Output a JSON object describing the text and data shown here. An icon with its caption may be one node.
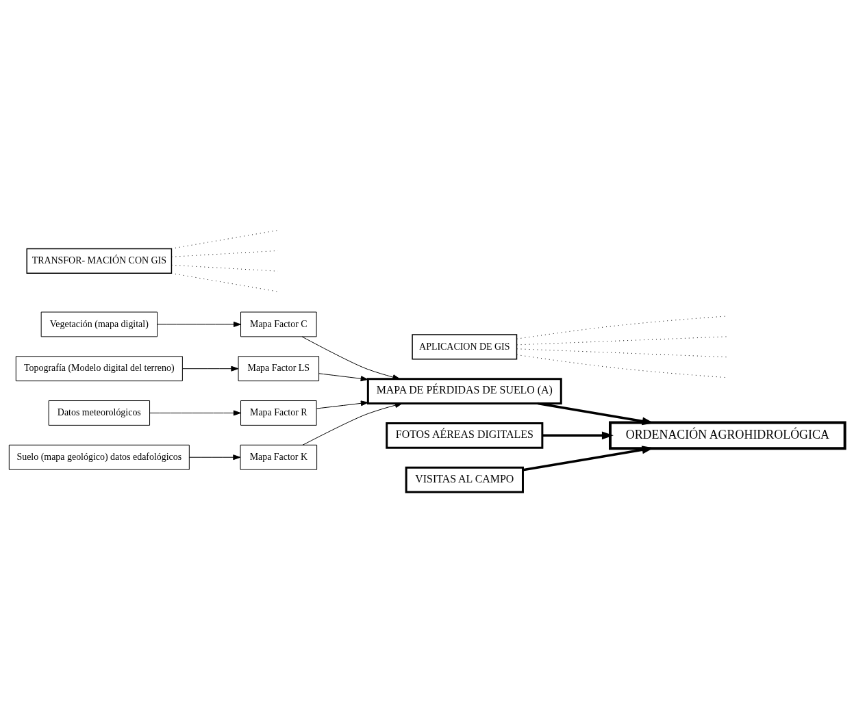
{
  "diagram": {
    "nodes": [
      {
        "text": [
          "Vegetación (mapa digital)"
        ]
      },
      {
        "text": [
          "Topografía (Modelo digital del terreno)"
        ]
      },
      {
        "text": [
          "Datos meteorológicos"
        ]
      },
      {
        "text": [
          "Suelo (mapa geológico) datos edafológicos"
        ]
      },
      {
        "text": [
          "Mapa Factor C"
        ]
      },
      {
        "text": [
          "Mapa Factor LS"
        ]
      },
      {
        "text": [
          "Mapa Factor R"
        ]
      },
      {
        "text": [
          "Mapa Factor K"
        ]
      },
      {
        "text": [
          "APLICACION DE GIS"
        ]
      },
      {
        "text": [
          "MAPA DE PÉRDIDAS DE SUELO (A)"
        ]
      },
      {
        "text": [
          "FOTOS AÉREAS DIGITALES"
        ]
      },
      {
        "text": [
          "VISITAS AL CAMPO"
        ]
      },
      {
        "text": [
          "TRANSFOR- MACIÓN CON GIS"
        ]
      },
      {
        "text": [
          "ORDENACIÓN AGROHIDROLÓGICA"
        ]
      }
    ],
    "edges": [
      {
        "from": 0,
        "to": 4,
        "arrow": "to"
      },
      {
        "from": 1,
        "to": 5,
        "arrow": "to"
      },
      {
        "from": 2,
        "to": 6,
        "arrow": "to"
      },
      {
        "from": 3,
        "to": 7,
        "arrow": "to"
      },
      {
        "from": 4,
        "to": 9,
        "arrow": "to"
      },
      {
        "from": 5,
        "to": 9,
        "arrow": "to"
      },
      {
        "from": 6,
        "to": 9,
        "arrow": "to"
      },
      {
        "from": 7,
        "to": 9,
        "arrow": "to"
      },
      {
        "from": 12,
        "to": null,
        "arrow": "none",
        "style": "dashed"
      },
      {
        "from": 12,
        "to": null,
        "arrow": "none",
        "style": "dashed"
      },
      {
        "from": 12,
        "to": null,
        "arrow": "none",
        "style": "dashed"
      },
      {
        "from": 12,
        "to": null,
        "arrow": "none",
        "style": "dashed"
      },
      {
        "from": 8,
        "to": null,
        "arrow": "none",
        "style": "dashed"
      },
      {
        "from": 8,
        "to": null,
        "arrow": "none",
        "style": "dashed"
      },
      {
        "from": 8,
        "to": null,
        "arrow": "none",
        "style": "dashed"
      },
      {
        "from": 8,
        "to": null,
        "arrow": "none",
        "style": "dashed"
      },
      {
        "from": 9,
        "to": 13,
        "arrow": "to",
        "style": "thick"
      },
      {
        "from": 10,
        "to": 13,
        "arrow": "to",
        "style": "thick"
      },
      {
        "from": 11,
        "to": 13,
        "arrow": "to",
        "style": "thick"
      }
    ]
  }
}
